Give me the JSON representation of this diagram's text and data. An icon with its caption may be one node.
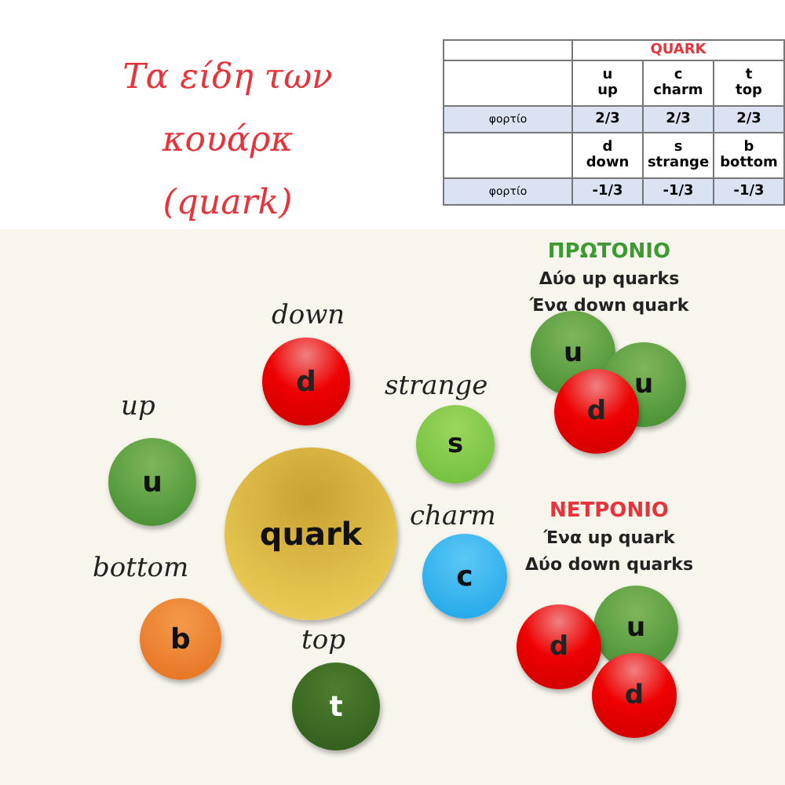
{
  "diagram": {
    "title": "Τα είδη των κουάρκ (quark)",
    "nodes": [
      {
        "text": [
          "quark"
        ]
      },
      {
        "text": [
          "d"
        ],
        "beside": [
          "down"
        ]
      },
      {
        "text": [
          "s"
        ],
        "beside": [
          "strange"
        ]
      },
      {
        "text": [
          "u"
        ],
        "beside": [
          "up"
        ]
      },
      {
        "text": [
          "c"
        ],
        "beside": [
          "charm"
        ]
      },
      {
        "text": [
          "b"
        ],
        "beside": [
          "bottom"
        ]
      },
      {
        "text": [
          "t"
        ],
        "beside": [
          "top"
        ]
      },
      {
        "text": [
          "u"
        ]
      },
      {
        "text": [
          "u"
        ]
      },
      {
        "text": [
          "d"
        ]
      },
      {
        "text": [
          "d"
        ]
      },
      {
        "text": [
          "u"
        ]
      },
      {
        "text": [
          "d"
        ]
      }
    ],
    "labels": [
      "QUARK",
      "u up",
      "c charm",
      "t top",
      "φορτίο",
      "2/3",
      "2/3",
      "2/3",
      "d down",
      "s strange",
      "b bottom",
      "φορτίο",
      "-1/3",
      "-1/3",
      "-1/3",
      "ΠΡΩΤΟΝΙΟ",
      "Δύο up quarks",
      "Ένα down quark",
      "ΝΕΤΡΟΝΙΟ",
      "Ένα up quark",
      "Δύο down quarks"
    ]
  }
}
